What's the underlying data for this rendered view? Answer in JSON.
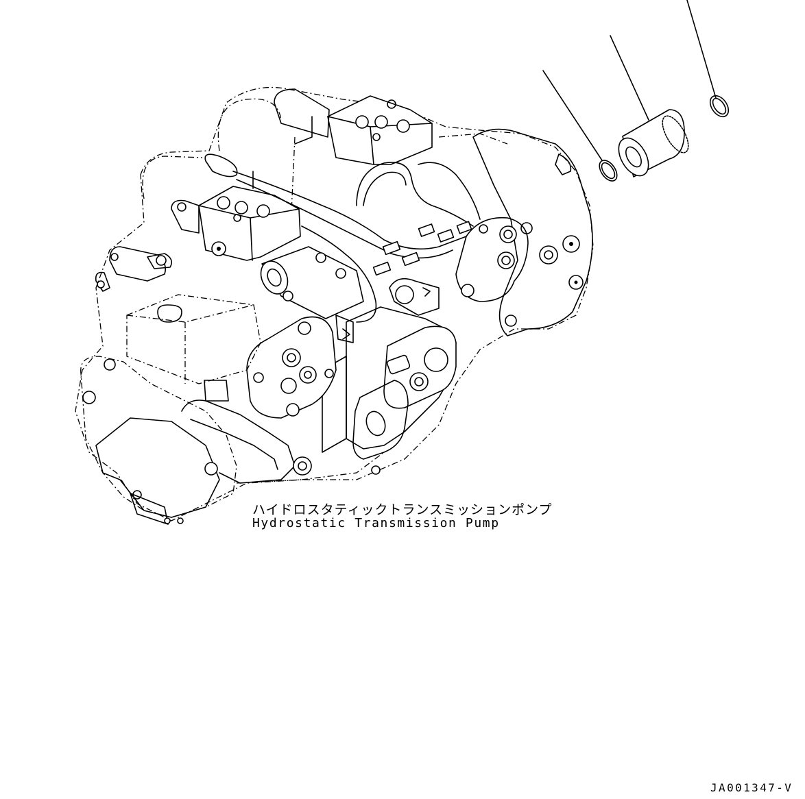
{
  "caption": {
    "japanese": "ハイドロスタティックトランスミッションポンプ",
    "english": "Hydrostatic  Transmission Pump"
  },
  "drawing_id": "JA001347-V",
  "parts": [
    "o-ring-small",
    "spacer-sleeve",
    "o-ring-large"
  ],
  "colors": {
    "line": "#000000",
    "background": "#ffffff"
  }
}
